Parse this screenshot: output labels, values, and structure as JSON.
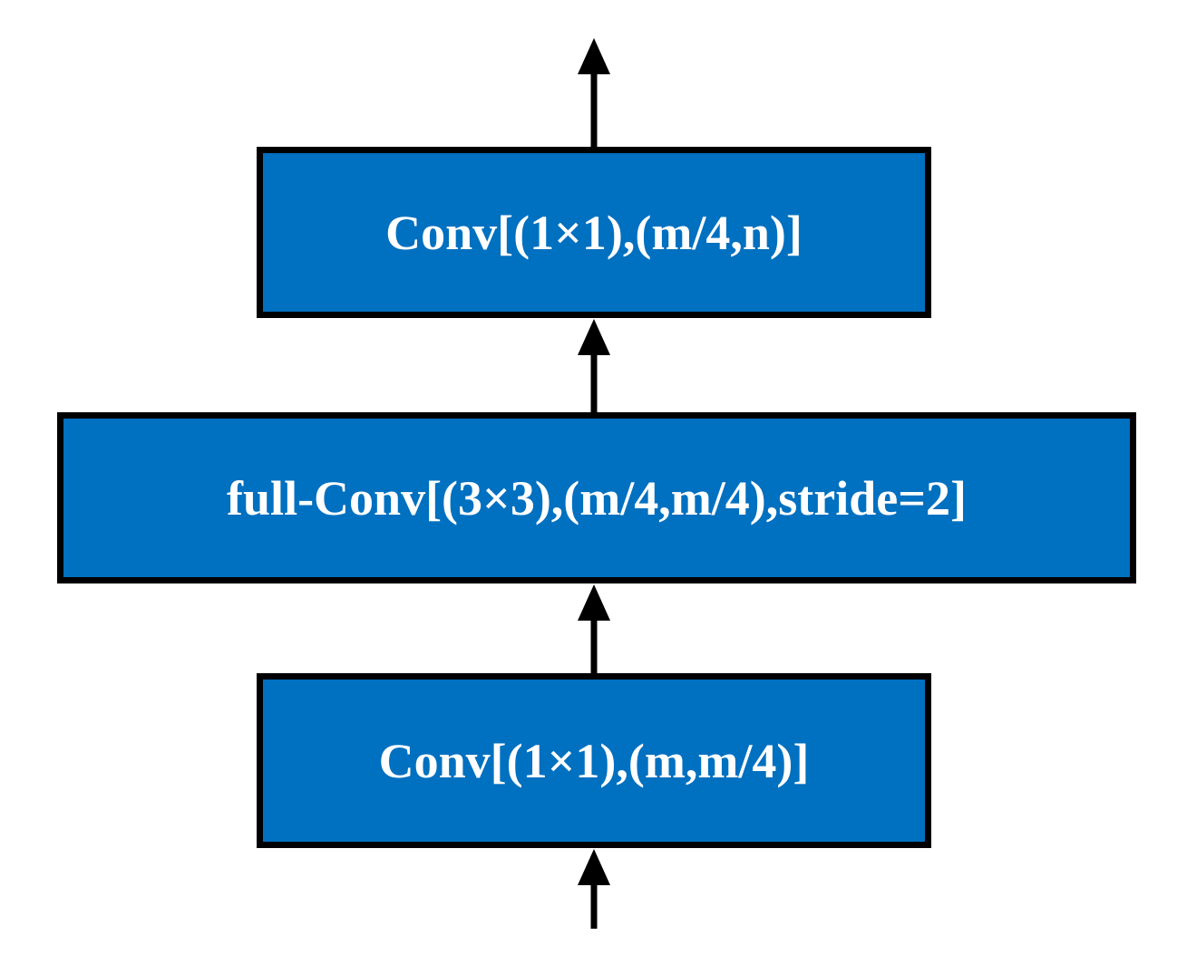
{
  "colors": {
    "block_fill": "#0070C0",
    "block_border": "#000000",
    "block_text": "#FFFFFF",
    "arrow": "#000000"
  },
  "blocks": {
    "top": {
      "label": "Conv[(1×1),(m/4,n)]"
    },
    "middle": {
      "label": "full-Conv[(3×3),(m/4,m/4),stride=2]"
    },
    "bottom": {
      "label": "Conv[(1×1),(m,m/4)]"
    }
  }
}
